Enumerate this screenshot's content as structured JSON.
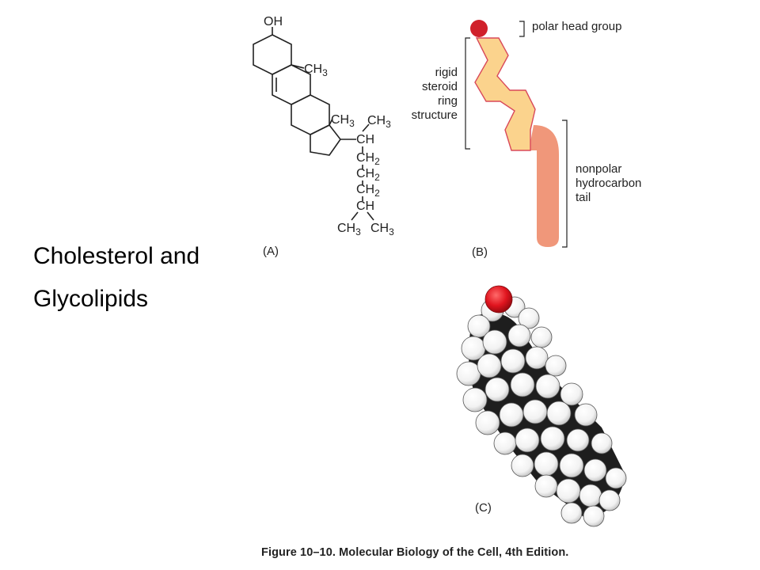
{
  "slide": {
    "title_line1": "Cholesterol and",
    "title_line2": "Glycolipids"
  },
  "figure": {
    "caption": "Figure 10–10. Molecular Biology of the Cell, 4th Edition.",
    "panel_a": {
      "label": "(A)",
      "oh": "OH",
      "ch3_a": "CH",
      "ch3_b": "CH",
      "ch3_c": "CH",
      "ch": "CH",
      "ch2_1": "CH",
      "ch2_2": "CH",
      "ch2_3": "CH",
      "ch_low": "CH",
      "ch3_d": "CH",
      "ch3_e": "CH",
      "sub3": "3",
      "sub2": "2"
    },
    "panel_b": {
      "label": "(B)",
      "polar_head": "polar head group",
      "rigid_1": "rigid",
      "rigid_2": "steroid",
      "rigid_3": "ring",
      "rigid_4": "structure",
      "nonpolar_1": "nonpolar",
      "nonpolar_2": "hydrocarbon",
      "nonpolar_3": "tail"
    },
    "panel_c": {
      "label": "(C)"
    },
    "colors": {
      "polar_head": "#d0202a",
      "ring_fill": "#fbd38d",
      "ring_edge": "#d9495a",
      "tail": "#f0977a"
    }
  }
}
